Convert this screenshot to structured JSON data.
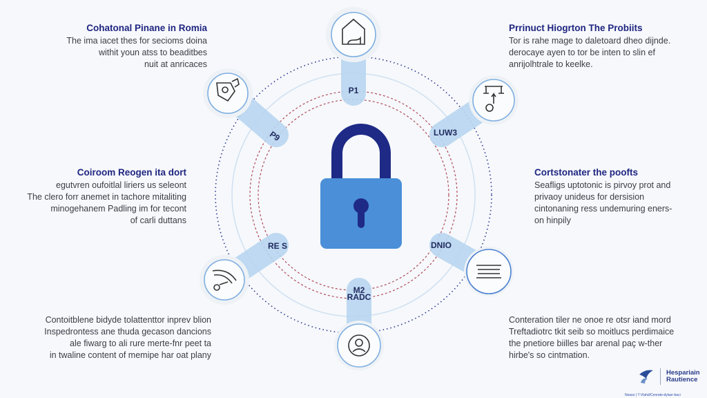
{
  "blocks": {
    "top_left": {
      "title": "Cohatonal Pinane in Romia",
      "lines": [
        "The ima iacet thes for secioms doina",
        "withit youn atss to beaditbes",
        "nuit at anricaces"
      ]
    },
    "top_right": {
      "title": "Prrinuct Hiogrton The Probiits",
      "lines": [
        "Tor is rahe mage to daletoard dheo dijnde.",
        "derocaye ayen to tor be inten to slin ef",
        "anrijolhtrale to keelke."
      ]
    },
    "mid_left": {
      "title": "Coiroom Reogen ita dort",
      "lines": [
        "egutvren oufoitlal liriers us seleont",
        "The clero forr anemet in tachore mitaliting",
        "minogehanem Padling im for tecont",
        "of carli duttans"
      ]
    },
    "mid_right": {
      "title": "Cortstonater the poofts",
      "lines": [
        "Seafligs uptotonic is pirvoy prot and",
        "privaoy unideus for dersision",
        "cintonaning ress undemuring eners-",
        "on hinpily"
      ]
    },
    "bottom_left": {
      "lines": [
        "Contoitblene bidyde tolattenttor inprev blion",
        "Inspedrontess ane thuda gecason dancions",
        "ale fiwarg to ali rure merte-fnr peet ta",
        "in twaline content of memipe har oat plany"
      ]
    },
    "bottom_right": {
      "lines": [
        "Conteration tiler ne onoe re otsr iand mord",
        "Treftadiotrc tkit seib so moitlucs perdimaice",
        "the pnetiore biilles bar arenal paç w-ther",
        "hirbe's so cintmation."
      ]
    }
  },
  "nodes": [
    {
      "label": "P1",
      "icon": "house-icon"
    },
    {
      "label": "P9",
      "icon": "shield-person-icon"
    },
    {
      "label": "LUW3",
      "icon": "scale-gear-icon"
    },
    {
      "label": "RE S",
      "icon": "gauge-icon"
    },
    {
      "label": "DNIO",
      "icon": "document-lines-icon"
    },
    {
      "label": "M2",
      "label2": "RADC",
      "icon": "badge-person-icon"
    }
  ],
  "logo": {
    "line1": "Hespariain",
    "line2": "Rautience"
  },
  "footer": "Neaso | T-Vlahd/Cenrate-dylasr-baci",
  "colors": {
    "navy": "#1e2a86",
    "lock_body": "#4a8fd8",
    "pill": "#b9d6f1",
    "red_ring": "#c0392b"
  }
}
